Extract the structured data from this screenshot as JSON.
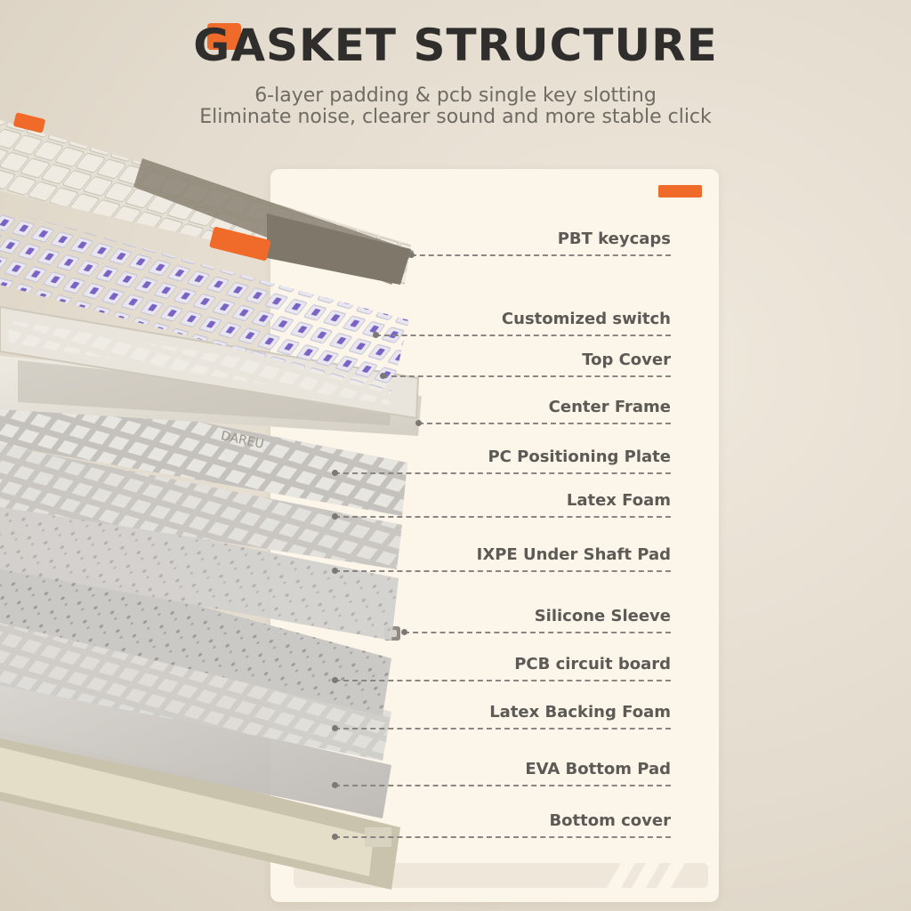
{
  "header": {
    "title": "GASKET STRUCTURE",
    "subtitle_line1": "6-layer padding & pcb single key slotting",
    "subtitle_line2": "Eliminate noise, clearer sound and more stable click"
  },
  "brand_on_frame": "DAREU",
  "layers": [
    {
      "label": "PBT keycaps"
    },
    {
      "label": "Customized switch"
    },
    {
      "label": "Top Cover"
    },
    {
      "label": "Center Frame"
    },
    {
      "label": "PC Positioning Plate"
    },
    {
      "label": "Latex Foam"
    },
    {
      "label": "IXPE Under Shaft Pad"
    },
    {
      "label": "Silicone Sleeve"
    },
    {
      "label": "PCB circuit board"
    },
    {
      "label": "Latex Backing Foam"
    },
    {
      "label": "EVA Bottom Pad"
    },
    {
      "label": "Bottom cover"
    }
  ],
  "colors": {
    "accent": "#f06a2a",
    "panel": "#fbf5ea",
    "background": "#e6ded0",
    "switch_stem": "#7b63c4",
    "keycap_light": "#ece8dc",
    "keycap_dark": "#8a8273"
  }
}
